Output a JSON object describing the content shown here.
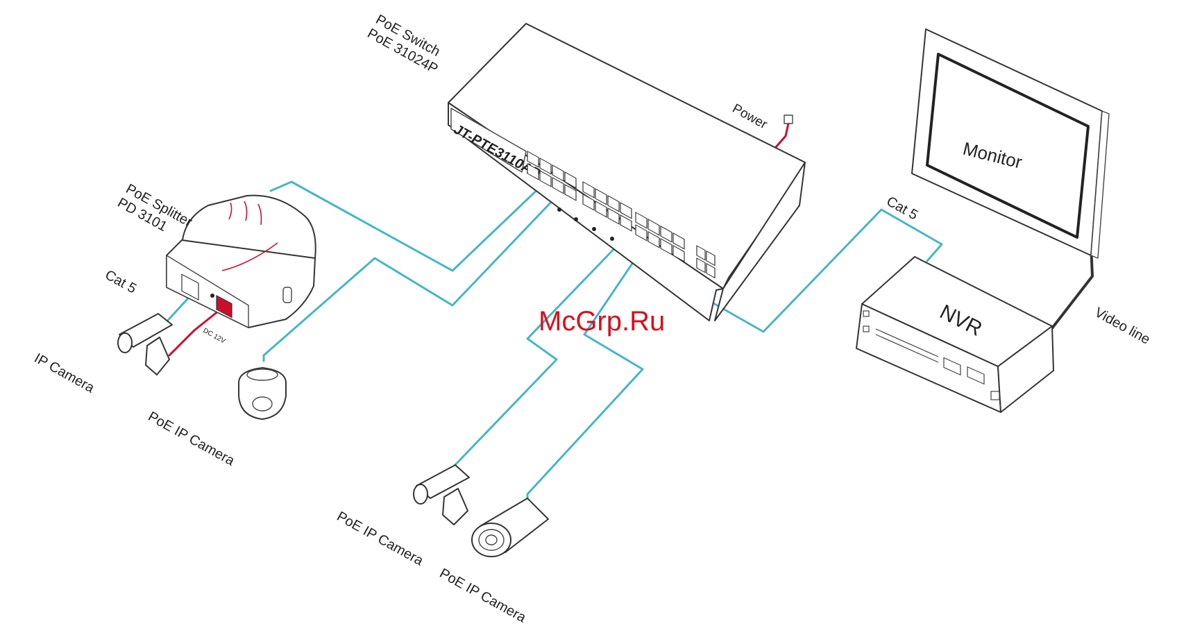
{
  "watermark": "McGrp.Ru",
  "switch": {
    "title_line1": "PoE Switch",
    "title_line2": "PoE 31024P",
    "model_plate": "JT-PTE3110AP",
    "power_label": "Power"
  },
  "splitter": {
    "title_line1": "PoE Splitter",
    "title_line2": "PD 3101",
    "dc_label": "DC 12V"
  },
  "labels": {
    "cat5_left": "Cat 5",
    "cat5_right": "Cat 5",
    "ip_camera": "IP Camera",
    "poe_ip_camera_left": "PoE IP Camera",
    "poe_ip_camera_bottom_1": "PoE IP Camera",
    "poe_ip_camera_bottom_2": "PoE IP Camera",
    "video_line": "Video line"
  },
  "monitor": {
    "label": "Monitor"
  },
  "nvr": {
    "label": "NVR"
  },
  "colors": {
    "cat5_cable": "#46b6c4",
    "power_cable": "#c8102e",
    "watermark": "#d6101c"
  }
}
